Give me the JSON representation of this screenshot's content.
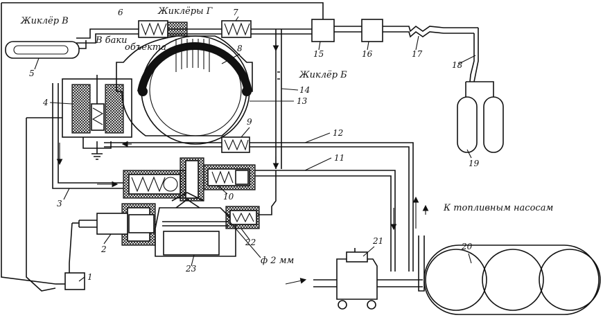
{
  "labels": {
    "jet_v": "Жиклёр В",
    "jets_g": "Жиклёры Г",
    "to_tanks_line1": "В баки",
    "to_tanks_line2": "объекта",
    "jet_b": "Жиклёр Б",
    "to_pumps": "К топливным насосам",
    "diameter": "ф 2 мм"
  },
  "numbers": {
    "n1": "1",
    "n2": "2",
    "n3": "3",
    "n4": "4",
    "n5": "5",
    "n6": "6",
    "n7": "7",
    "n8": "8",
    "n9": "9",
    "n10": "10",
    "n11": "11",
    "n12": "12",
    "n13": "13",
    "n14": "14",
    "n15": "15",
    "n16": "16",
    "n17": "17",
    "n18": "18",
    "n19": "19",
    "n20": "20",
    "n21": "21",
    "n22": "22",
    "n23": "23"
  }
}
